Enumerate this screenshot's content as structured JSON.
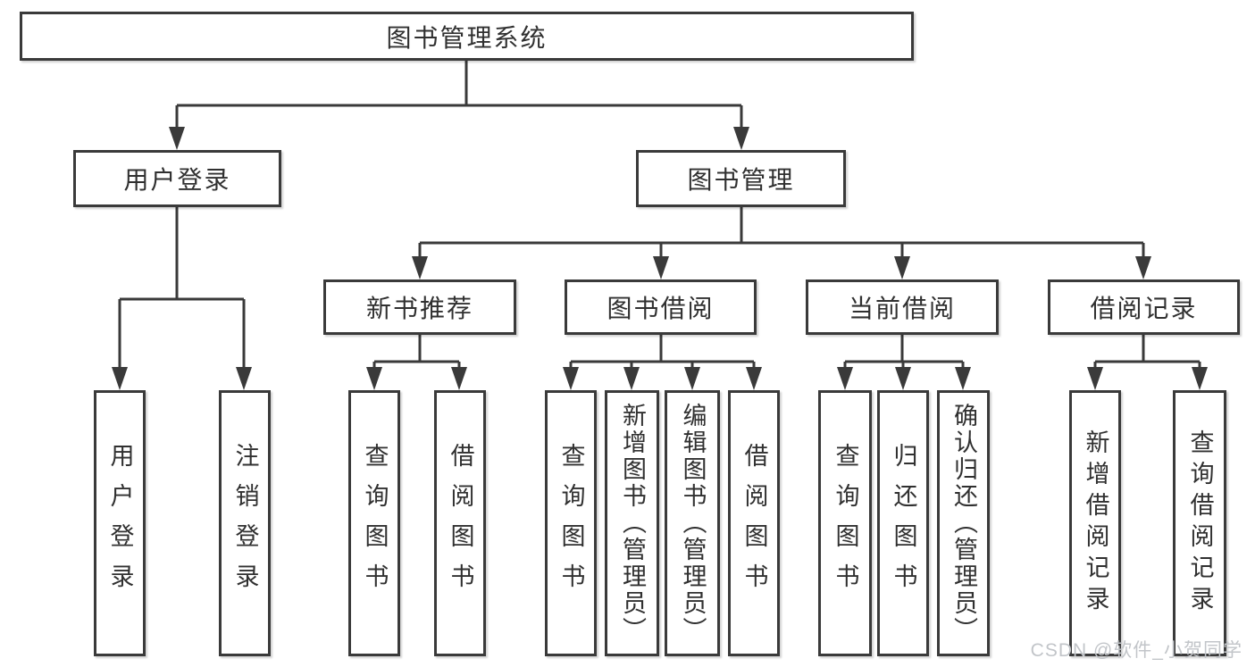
{
  "diagram": {
    "root": "图书管理系统",
    "level2": [
      "用户登录",
      "图书管理"
    ],
    "level3": [
      "新书推荐",
      "图书借阅",
      "当前借阅",
      "借阅记录"
    ],
    "leaves": [
      "用户登录",
      "注销登录",
      "查询图书",
      "借阅图书",
      "查询图书",
      "新增图书（管理员）",
      "编辑图书（管理员）",
      "借阅图书",
      "查询图书",
      "归还图书",
      "确认归还（管理员）",
      "新增借阅记录",
      "查询借阅记录"
    ]
  },
  "watermark": "CSDN @软件_小贺同学",
  "colors": {
    "line": "#3a3a3a",
    "text": "#303030",
    "watermark": "#c2c5c9",
    "background": "#ffffff"
  }
}
